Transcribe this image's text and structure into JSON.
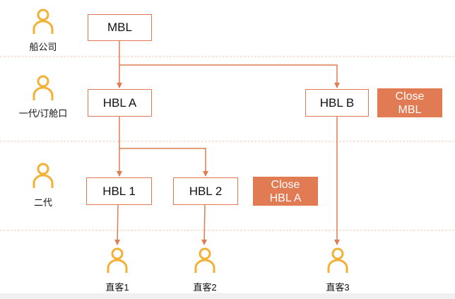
{
  "colors": {
    "accent": "#e07b54",
    "person_icon": "#f2b035",
    "divider": "#f3c8b2",
    "note_fill": "#e07b54",
    "footer_band": "#f0f0f0"
  },
  "roles": {
    "shipping_company": "船公司",
    "forwarder_l1": "一代/订舱口",
    "forwarder_l2": "二代"
  },
  "customers": {
    "c1": "直客1",
    "c2": "直客2",
    "c3": "直客3"
  },
  "boxes": {
    "mbl": "MBL",
    "hbl_a": "HBL A",
    "hbl_b": "HBL B",
    "hbl_1": "HBL 1",
    "hbl_2": "HBL 2"
  },
  "notes": {
    "close_mbl": {
      "line1": "Close",
      "line2": "MBL"
    },
    "close_hbl_a": {
      "line1": "Close",
      "line2": "HBL A"
    }
  },
  "icons": [
    "person-icon"
  ]
}
